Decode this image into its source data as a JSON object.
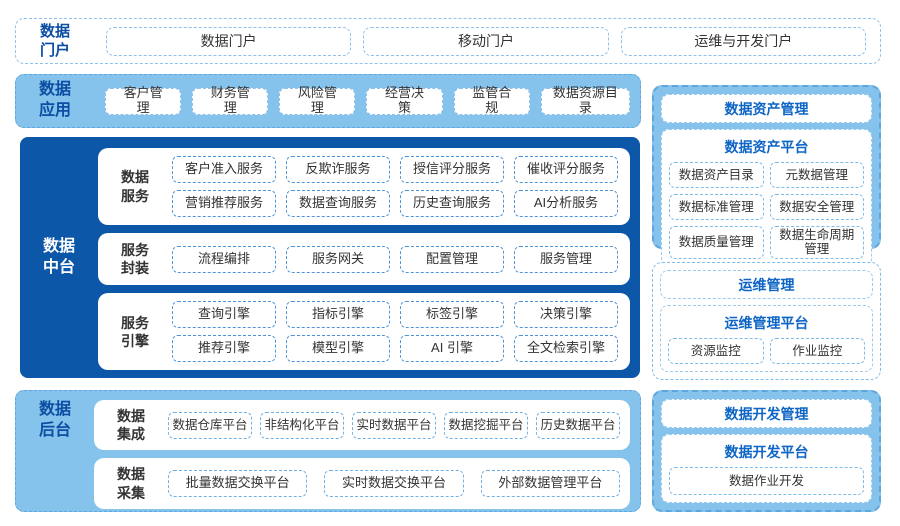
{
  "colors": {
    "deep_blue_fill": "#0D57A8",
    "light_blue_fill": "#85C3ED",
    "band_label_blue": "#0B4EA2",
    "section_title_blue": "#0E65C5",
    "dashed_border_blue": "#5EA7DE",
    "chip_border_blue": "#4D94D8",
    "chip_text": "#333333"
  },
  "portal_row": {
    "label": "数据\n门户",
    "items": [
      "数据门户",
      "移动门户",
      "运维与开发门户"
    ]
  },
  "app_row": {
    "label": "数据\n应用",
    "items": [
      "客户管理",
      "财务管理",
      "风险管理",
      "经营决策",
      "监管合规",
      "数据资源目录"
    ]
  },
  "mid_platform": {
    "label": "数据\n中台",
    "groups": [
      {
        "label": "数据\n服务",
        "rows": [
          [
            "客户准入服务",
            "反欺诈服务",
            "授信评分服务",
            "催收评分服务"
          ],
          [
            "营销推荐服务",
            "数据查询服务",
            "历史查询服务",
            "AI分析服务"
          ]
        ]
      },
      {
        "label": "服务\n封装",
        "rows": [
          [
            "流程编排",
            "服务网关",
            "配置管理",
            "服务管理"
          ]
        ]
      },
      {
        "label": "服务\n引擎",
        "rows": [
          [
            "查询引擎",
            "指标引擎",
            "标签引擎",
            "决策引擎"
          ],
          [
            "推荐引擎",
            "模型引擎",
            "AI 引擎",
            "全文检索引擎"
          ]
        ]
      }
    ]
  },
  "backend": {
    "label": "数据\n后台",
    "groups": [
      {
        "label": "数据\n集成",
        "rows": [
          [
            "数据仓库平台",
            "非结构化平台",
            "实时数据平台",
            "数据挖掘平台",
            "历史数据平台"
          ]
        ]
      },
      {
        "label": "数据\n采集",
        "rows": [
          [
            "批量数据交换平台",
            "实时数据交换平台",
            "外部数据管理平台"
          ]
        ]
      }
    ]
  },
  "right_column": {
    "sections": [
      {
        "title": "数据资产管理",
        "panel_title": "数据资产平台",
        "items": [
          "数据资产目录",
          "元数据管理",
          "数据标准管理",
          "数据安全管理",
          "数据质量管理",
          "数据生命周期管理"
        ]
      },
      {
        "title": "运维管理",
        "panel_title": "运维管理平台",
        "items": [
          "资源监控",
          "作业监控"
        ]
      },
      {
        "title": "数据开发管理",
        "panel_title": "数据开发平台",
        "items": [
          "数据作业开发"
        ]
      }
    ]
  }
}
